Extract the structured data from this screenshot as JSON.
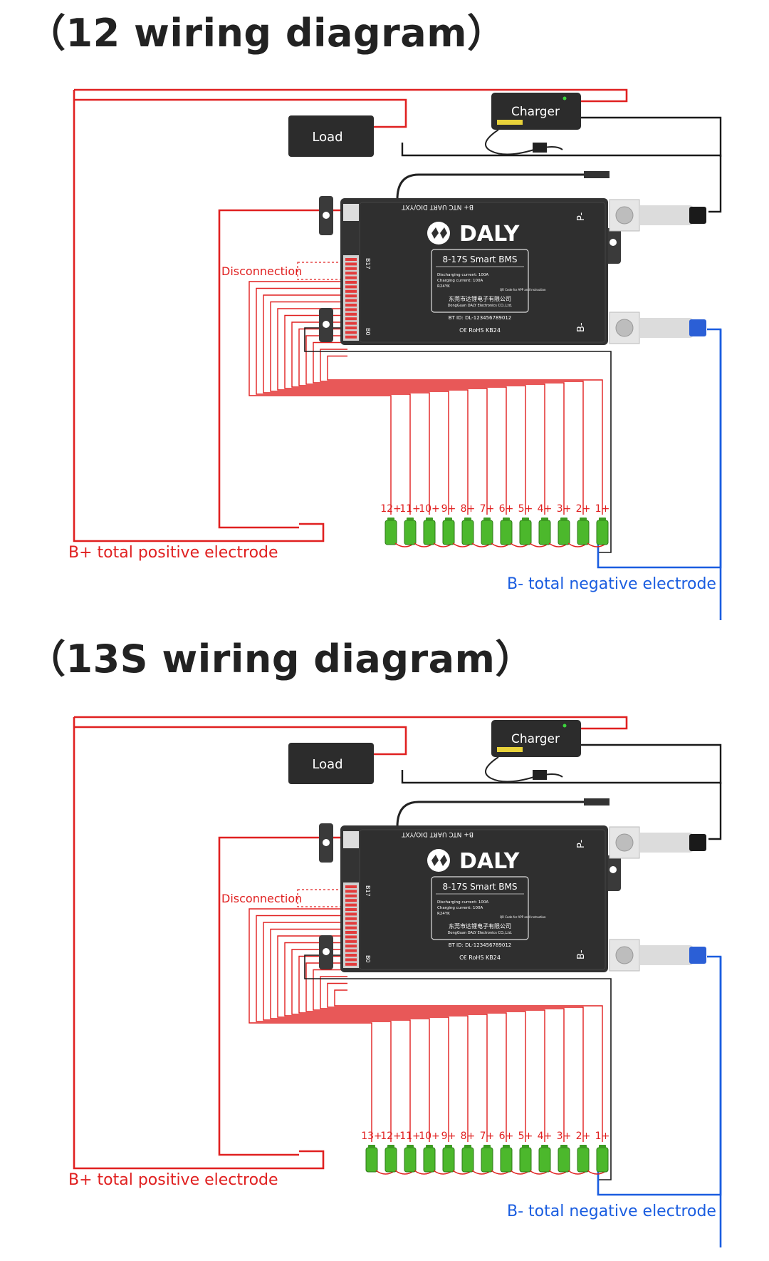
{
  "diagrams": [
    {
      "title": "（12 wiring diagram）",
      "cells": [
        "12+",
        "11+",
        "10+",
        "9+",
        "8+",
        "7+",
        "6+",
        "5+",
        "4+",
        "3+",
        "2+",
        "1+"
      ],
      "load_label": "Load",
      "charger_label": "Charger",
      "disconnection_label": "Disconnection",
      "b_plus_label": "B+ total positive electrode",
      "b_minus_label": "B- total negative electrode",
      "bms": {
        "brand": "DALY",
        "model": "8-17S  Smart  BMS",
        "discharging": "Discharging current: 100A",
        "charging": "Charging current: 100A",
        "code": "R24YK",
        "qr_note": "QR Code for APP and Instruction",
        "company_cn": "东莞市达锂电子有限公司",
        "company_en": "DongGuan DALY Electronics CO.,Ltd.",
        "bt_id": "BT ID: DL-123456789012",
        "cert": "C€  RoHS   KB24",
        "ports": "B+  NTC  UART  DIO/YXT",
        "b17": "B17",
        "b0": "B0",
        "p_minus": "P-",
        "b_minus": "B-"
      }
    },
    {
      "title": "（13S wiring diagram）",
      "cells": [
        "13+",
        "12+",
        "11+",
        "10+",
        "9+",
        "8+",
        "7+",
        "6+",
        "5+",
        "4+",
        "3+",
        "2+",
        "1+"
      ],
      "load_label": "Load",
      "charger_label": "Charger",
      "disconnection_label": "Disconnection",
      "b_plus_label": "B+ total positive electrode",
      "b_minus_label": "B- total negative electrode",
      "bms": {
        "brand": "DALY",
        "model": "8-17S  Smart  BMS",
        "discharging": "Discharging current: 100A",
        "charging": "Charging current: 100A",
        "code": "R24YK",
        "qr_note": "QR Code for APP and Instruction",
        "company_cn": "东莞市达锂电子有限公司",
        "company_en": "DongGuan DALY Electronics CO.,Ltd.",
        "bt_id": "BT ID: DL-123456789012",
        "cert": "C€  RoHS   KB24",
        "ports": "B+  NTC  UART  DIO/YXT",
        "b17": "B17",
        "b0": "B0",
        "p_minus": "P-",
        "b_minus": "B-"
      }
    }
  ],
  "colors": {
    "red": "#e02020",
    "blue": "#1a5de0",
    "cell": "#4cb82c",
    "device": "#2c2c2c"
  }
}
